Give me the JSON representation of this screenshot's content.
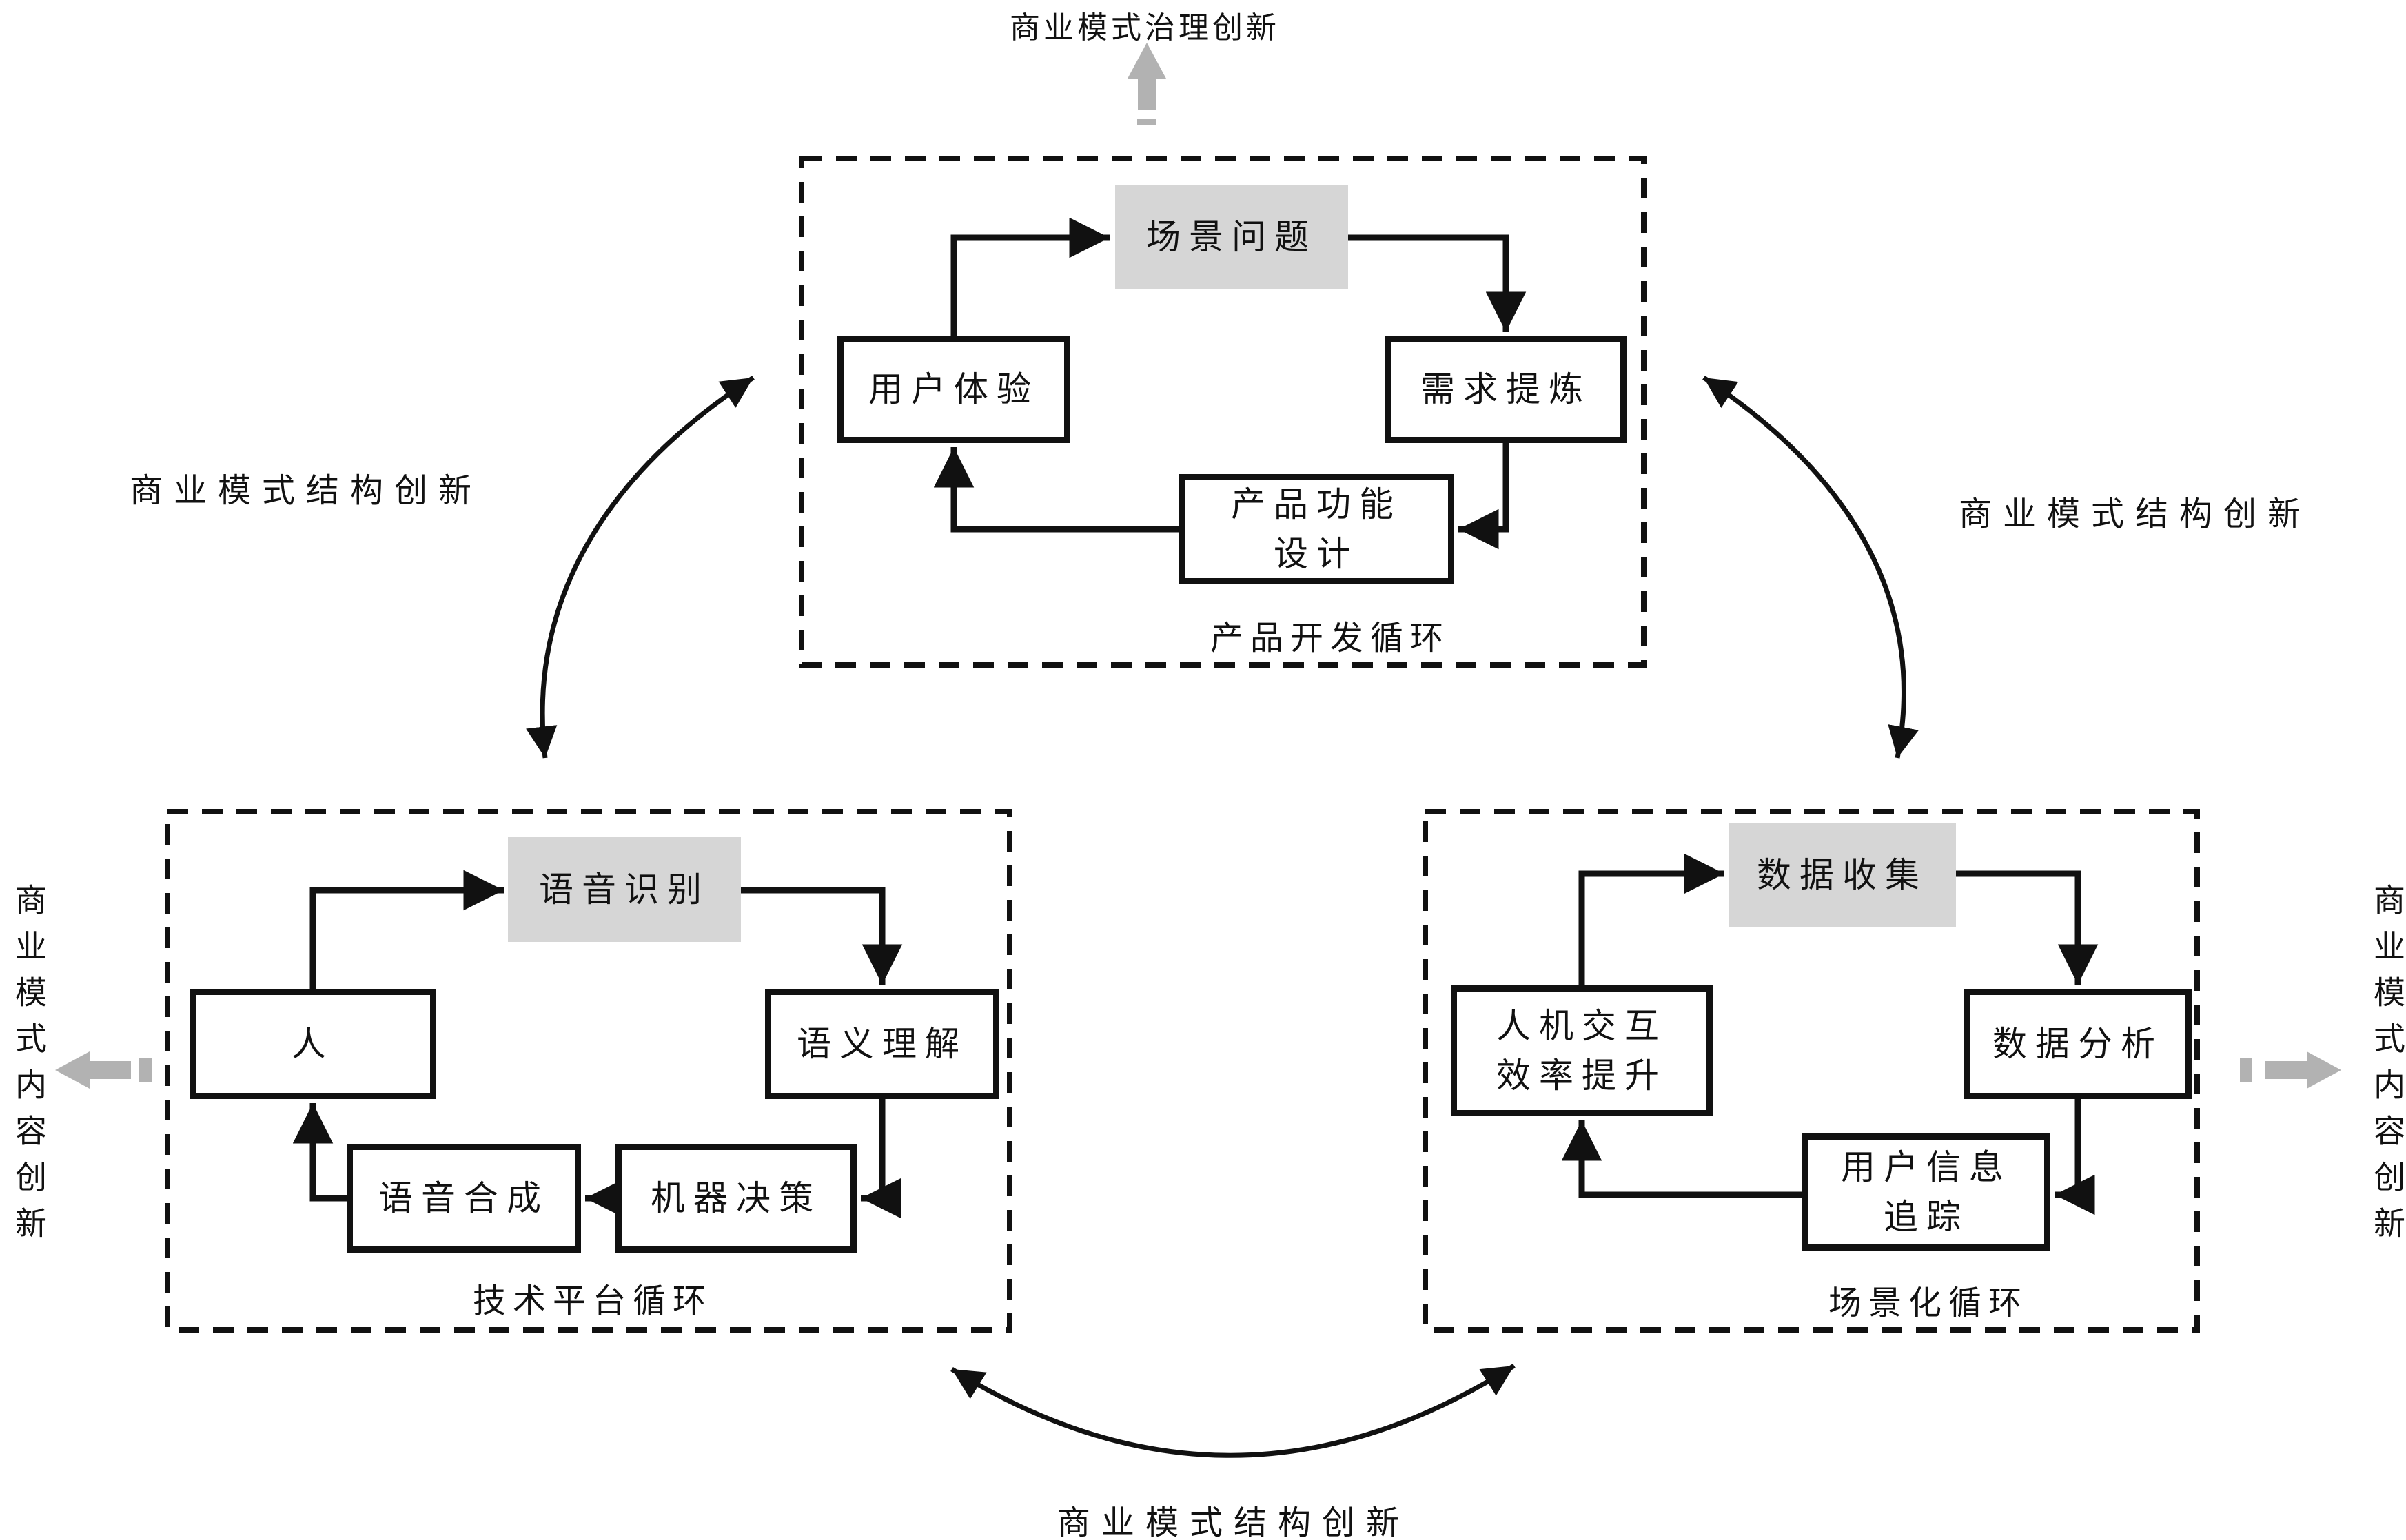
{
  "palette": {
    "ink": "#111111",
    "node_gray_fill": "#d6d6d6",
    "fat_arrow_gray": "#b2b2b2",
    "background": "#ffffff"
  },
  "outer_labels": {
    "top_title": "商业模式治理创新",
    "left_structure": "商业模式结构创新",
    "right_structure": "商业模式结构创新",
    "bottom_structure": "商业模式结构创新",
    "left_vertical_content": "商业模式内容创新",
    "right_vertical_content": "商业模式内容创新"
  },
  "cycles": {
    "product": {
      "label": "产品开发循环",
      "nodes": {
        "scene_problem": "场景问题",
        "user_experience": "用户体验",
        "demand_refining": "需求提炼",
        "product_function_design": "产品功能\n设计"
      }
    },
    "technology": {
      "label": "技术平台循环",
      "nodes": {
        "speech_recognition": "语音识别",
        "person": "人",
        "semantic_understanding": "语义理解",
        "speech_synthesis": "语音合成",
        "machine_decision": "机器决策"
      }
    },
    "scenario": {
      "label": "场景化循环",
      "nodes": {
        "data_collection": "数据收集",
        "hmi_efficiency": "人机交互\n效率提升",
        "data_analysis": "数据分析",
        "user_info_tracking": "用户信息\n追踪"
      }
    }
  },
  "icons": {
    "top_fat_arrow": "up-arrow-broken-tail",
    "left_fat_arrow": "left-arrow-broken-tail",
    "right_fat_arrow": "right-arrow-broken-tail",
    "curve_left": "double-ended-curved-arrow",
    "curve_right": "double-ended-curved-arrow",
    "curve_bottom": "double-ended-curved-arrow"
  }
}
